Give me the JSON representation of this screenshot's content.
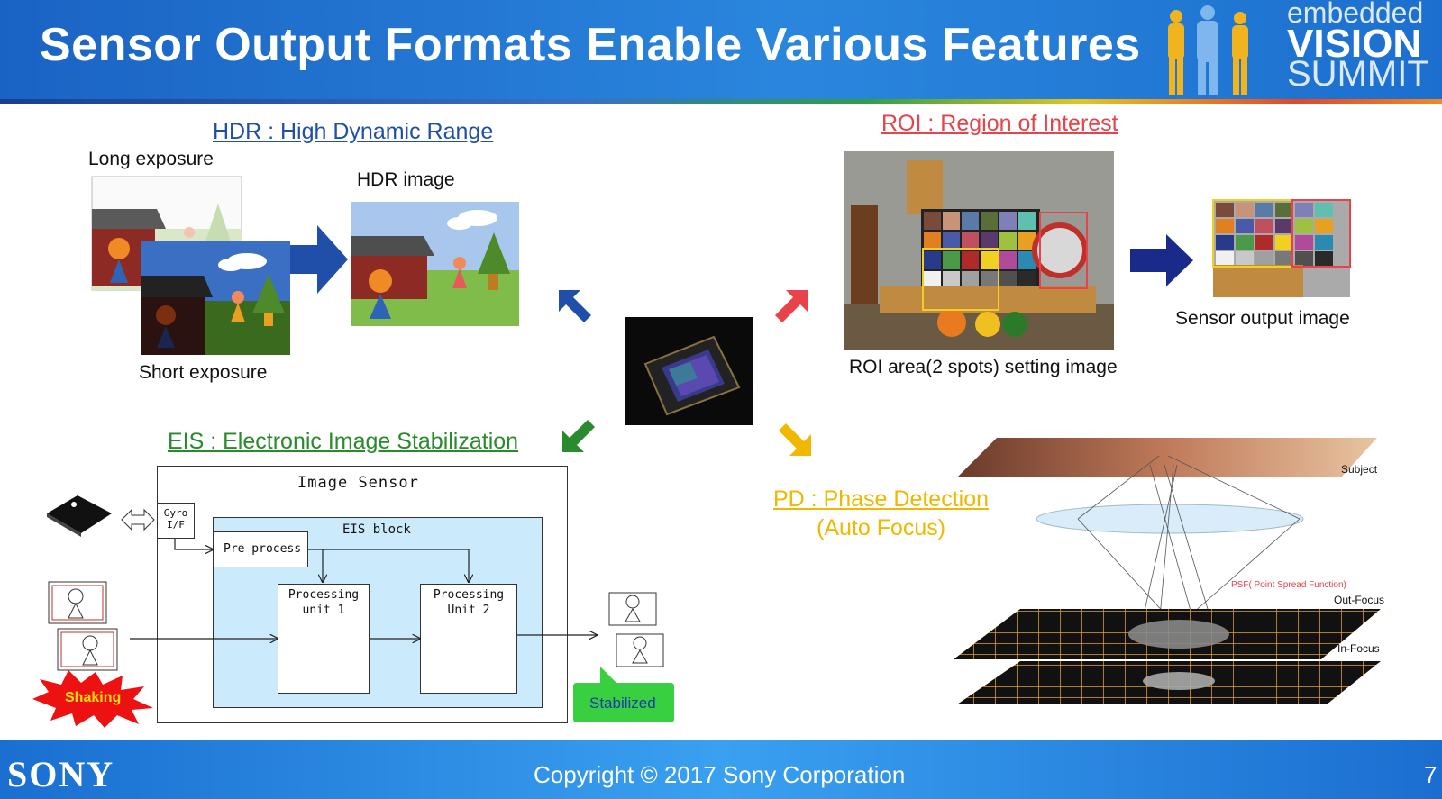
{
  "header": {
    "title": "Sensor Output Formats Enable Various Features"
  },
  "logo": {
    "line1": "embedded",
    "line2": "VISION",
    "line3": "SUMMIT"
  },
  "hdr": {
    "title": "HDR : High Dynamic Range",
    "long_exposure": "Long exposure",
    "short_exposure": "Short exposure",
    "hdr_image": "HDR image"
  },
  "roi": {
    "title": "ROI : Region of Interest",
    "setting_caption": "ROI area(2 spots) setting image",
    "output_caption": "Sensor output image"
  },
  "eis": {
    "title": "EIS : Electronic Image Stabilization",
    "image_sensor": "Image Sensor",
    "gyro_if": "Gyro I/F",
    "eis_block": "EIS block",
    "pre_process": "Pre-process",
    "processing_unit_1": "Processing unit 1",
    "processing_unit_2": "Processing Unit 2",
    "shaking": "Shaking",
    "stabilized": "Stabilized"
  },
  "pd": {
    "title": "PD : Phase Detection",
    "subtitle": "(Auto Focus)",
    "subject": "Subject",
    "psf": "PSF( Point Spread Function)",
    "out_focus": "Out-Focus",
    "in_focus": "In-Focus"
  },
  "footer": {
    "brand": "SONY",
    "copyright": "Copyright © 2017 Sony Corporation",
    "page": "7"
  },
  "colors": {
    "hdr": "#1f4fa8",
    "roi": "#e8424a",
    "eis": "#2a8a2e",
    "pd": "#f0b800"
  }
}
